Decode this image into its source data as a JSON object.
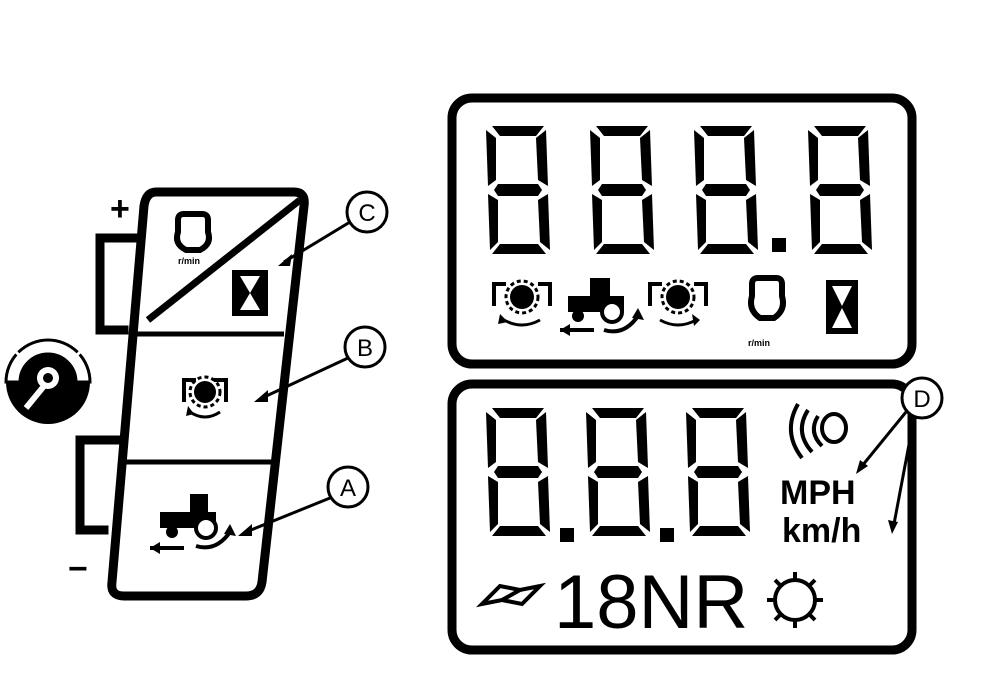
{
  "keypad": {
    "plus_label": "+",
    "minus_label": "−",
    "engine_unit": "r/min"
  },
  "upper_display": {
    "engine_unit": "r/min"
  },
  "lower_display": {
    "unit_mph": "MPH",
    "unit_kmh": "km/h",
    "mode_text": "18NR"
  },
  "callouts": {
    "a": "A",
    "b": "B",
    "c": "C",
    "d": "D"
  }
}
